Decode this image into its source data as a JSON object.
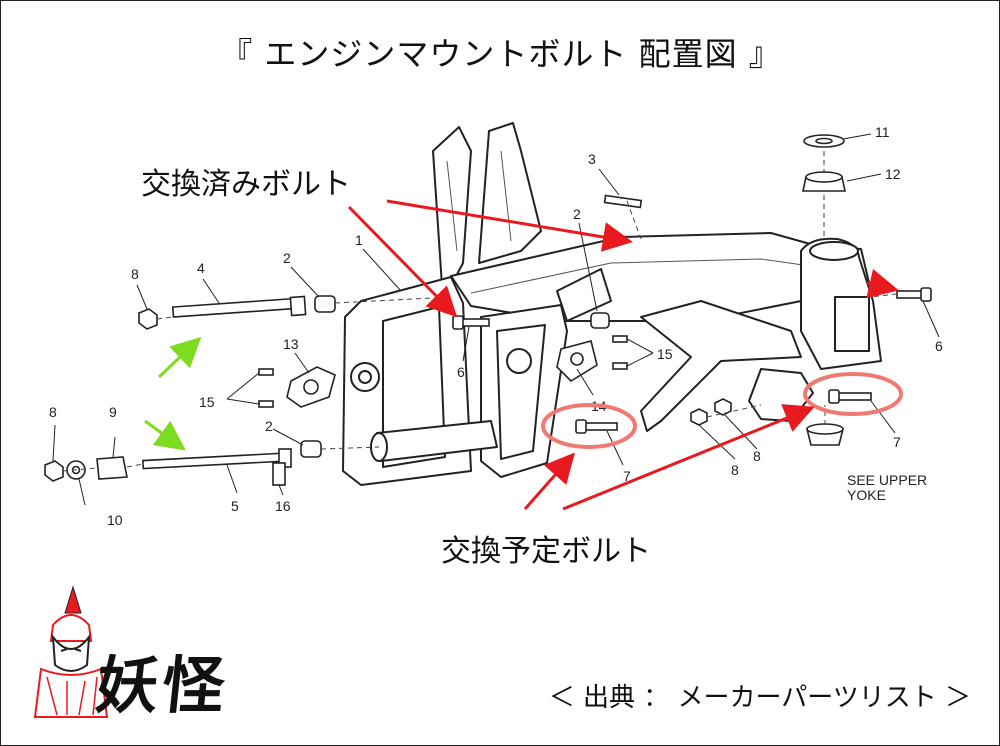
{
  "title": "『 エンジンマウントボルト 配置図 』",
  "callouts": {
    "replaced": "交換済みボルト",
    "planned": "交換予定ボルト"
  },
  "source": "＜ 出典 ： メーカーパーツリスト ＞",
  "logo_text": "妖怪",
  "part_labels": {
    "p1": "1",
    "p2a": "2",
    "p2b": "2",
    "p2c": "2",
    "p3": "3",
    "p4": "4",
    "p5": "5",
    "p6a": "6",
    "p6b": "6",
    "p7a": "7",
    "p7b": "7",
    "p8a": "8",
    "p8b": "8",
    "p8c": "8",
    "p8d": "8",
    "p9": "9",
    "p10": "10",
    "p11": "11",
    "p12": "12",
    "p13": "13",
    "p14": "14",
    "p15a": "15",
    "p15b": "15",
    "p16": "16",
    "see_upper": "SEE UPPER",
    "yoke": "YOKE"
  },
  "colors": {
    "red_arrow": "#e8191f",
    "green_arrow": "#7ddc1f",
    "highlight_circle": "#f07a72",
    "line_art": "#222222"
  }
}
